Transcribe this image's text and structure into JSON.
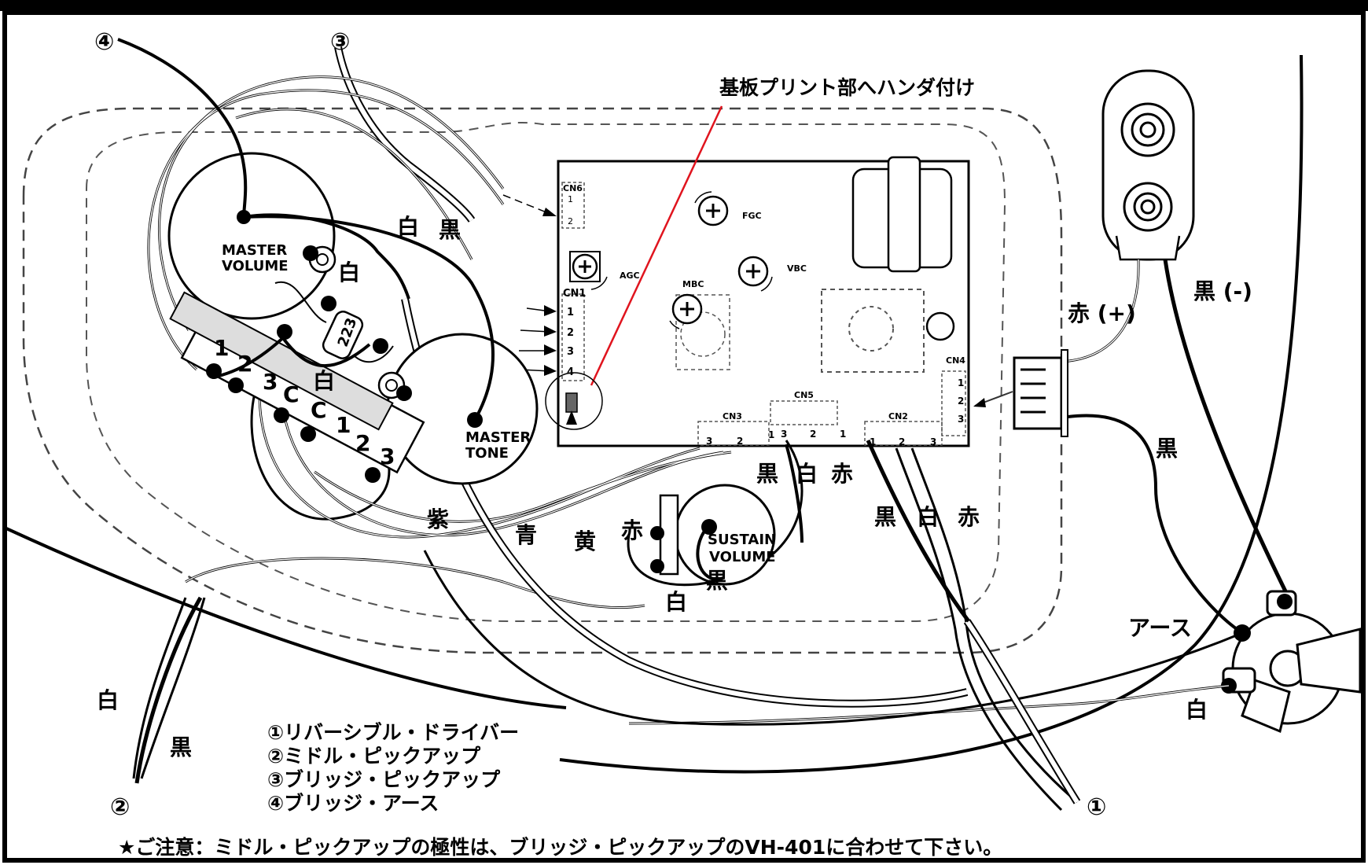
{
  "title_strip": "",
  "solder_callout": "基板プリント部へハンダ付け",
  "pots": {
    "master_volume": [
      "MASTER",
      "VOLUME"
    ],
    "master_tone": [
      "MASTER",
      "TONE"
    ],
    "sustain_volume": [
      "SUSTAIN",
      "VOLUME"
    ]
  },
  "capacitor": "223",
  "board": {
    "connectors": [
      "CN6",
      "CN1",
      "CN3",
      "CN5",
      "CN2",
      "CN4"
    ],
    "trimmers": [
      "FGC",
      "AGC",
      "VBC",
      "MBC"
    ],
    "cn6_pins": [
      "1",
      "2"
    ],
    "cn1_pins": [
      "1",
      "2",
      "3",
      "4"
    ],
    "cn3_pins": [
      "3",
      "2"
    ],
    "cn5_pins": [
      "1",
      "3",
      "2",
      "1"
    ],
    "cn2_pins": [
      "1",
      "2",
      "3"
    ],
    "cn4_pins": [
      "1",
      "2",
      "3"
    ]
  },
  "switch_numbers": [
    "1",
    "2",
    "3",
    "C",
    "C",
    "1",
    "2",
    "3"
  ],
  "wire_colors": {
    "white": "白",
    "black": "黒",
    "red": "赤",
    "purple": "紫",
    "blue": "青",
    "yellow": "黄",
    "red_plus": "赤 (+)",
    "black_minus": "黒 (-)",
    "earth": "アース"
  },
  "markers": [
    "①",
    "②",
    "③",
    "④"
  ],
  "legend": [
    "①リバーシブル・ドライバー",
    "②ミドル・ピックアップ",
    "③ブリッジ・ピックアップ",
    "④ブリッジ・アース"
  ],
  "notice": "★ご注意：ミドル・ピックアップの極性は、ブリッジ・ピックアップのVH-401に合わせて下さい。",
  "colors": {
    "ink": "#000000",
    "callout_line": "#e0141e",
    "paper": "#ffffff"
  }
}
